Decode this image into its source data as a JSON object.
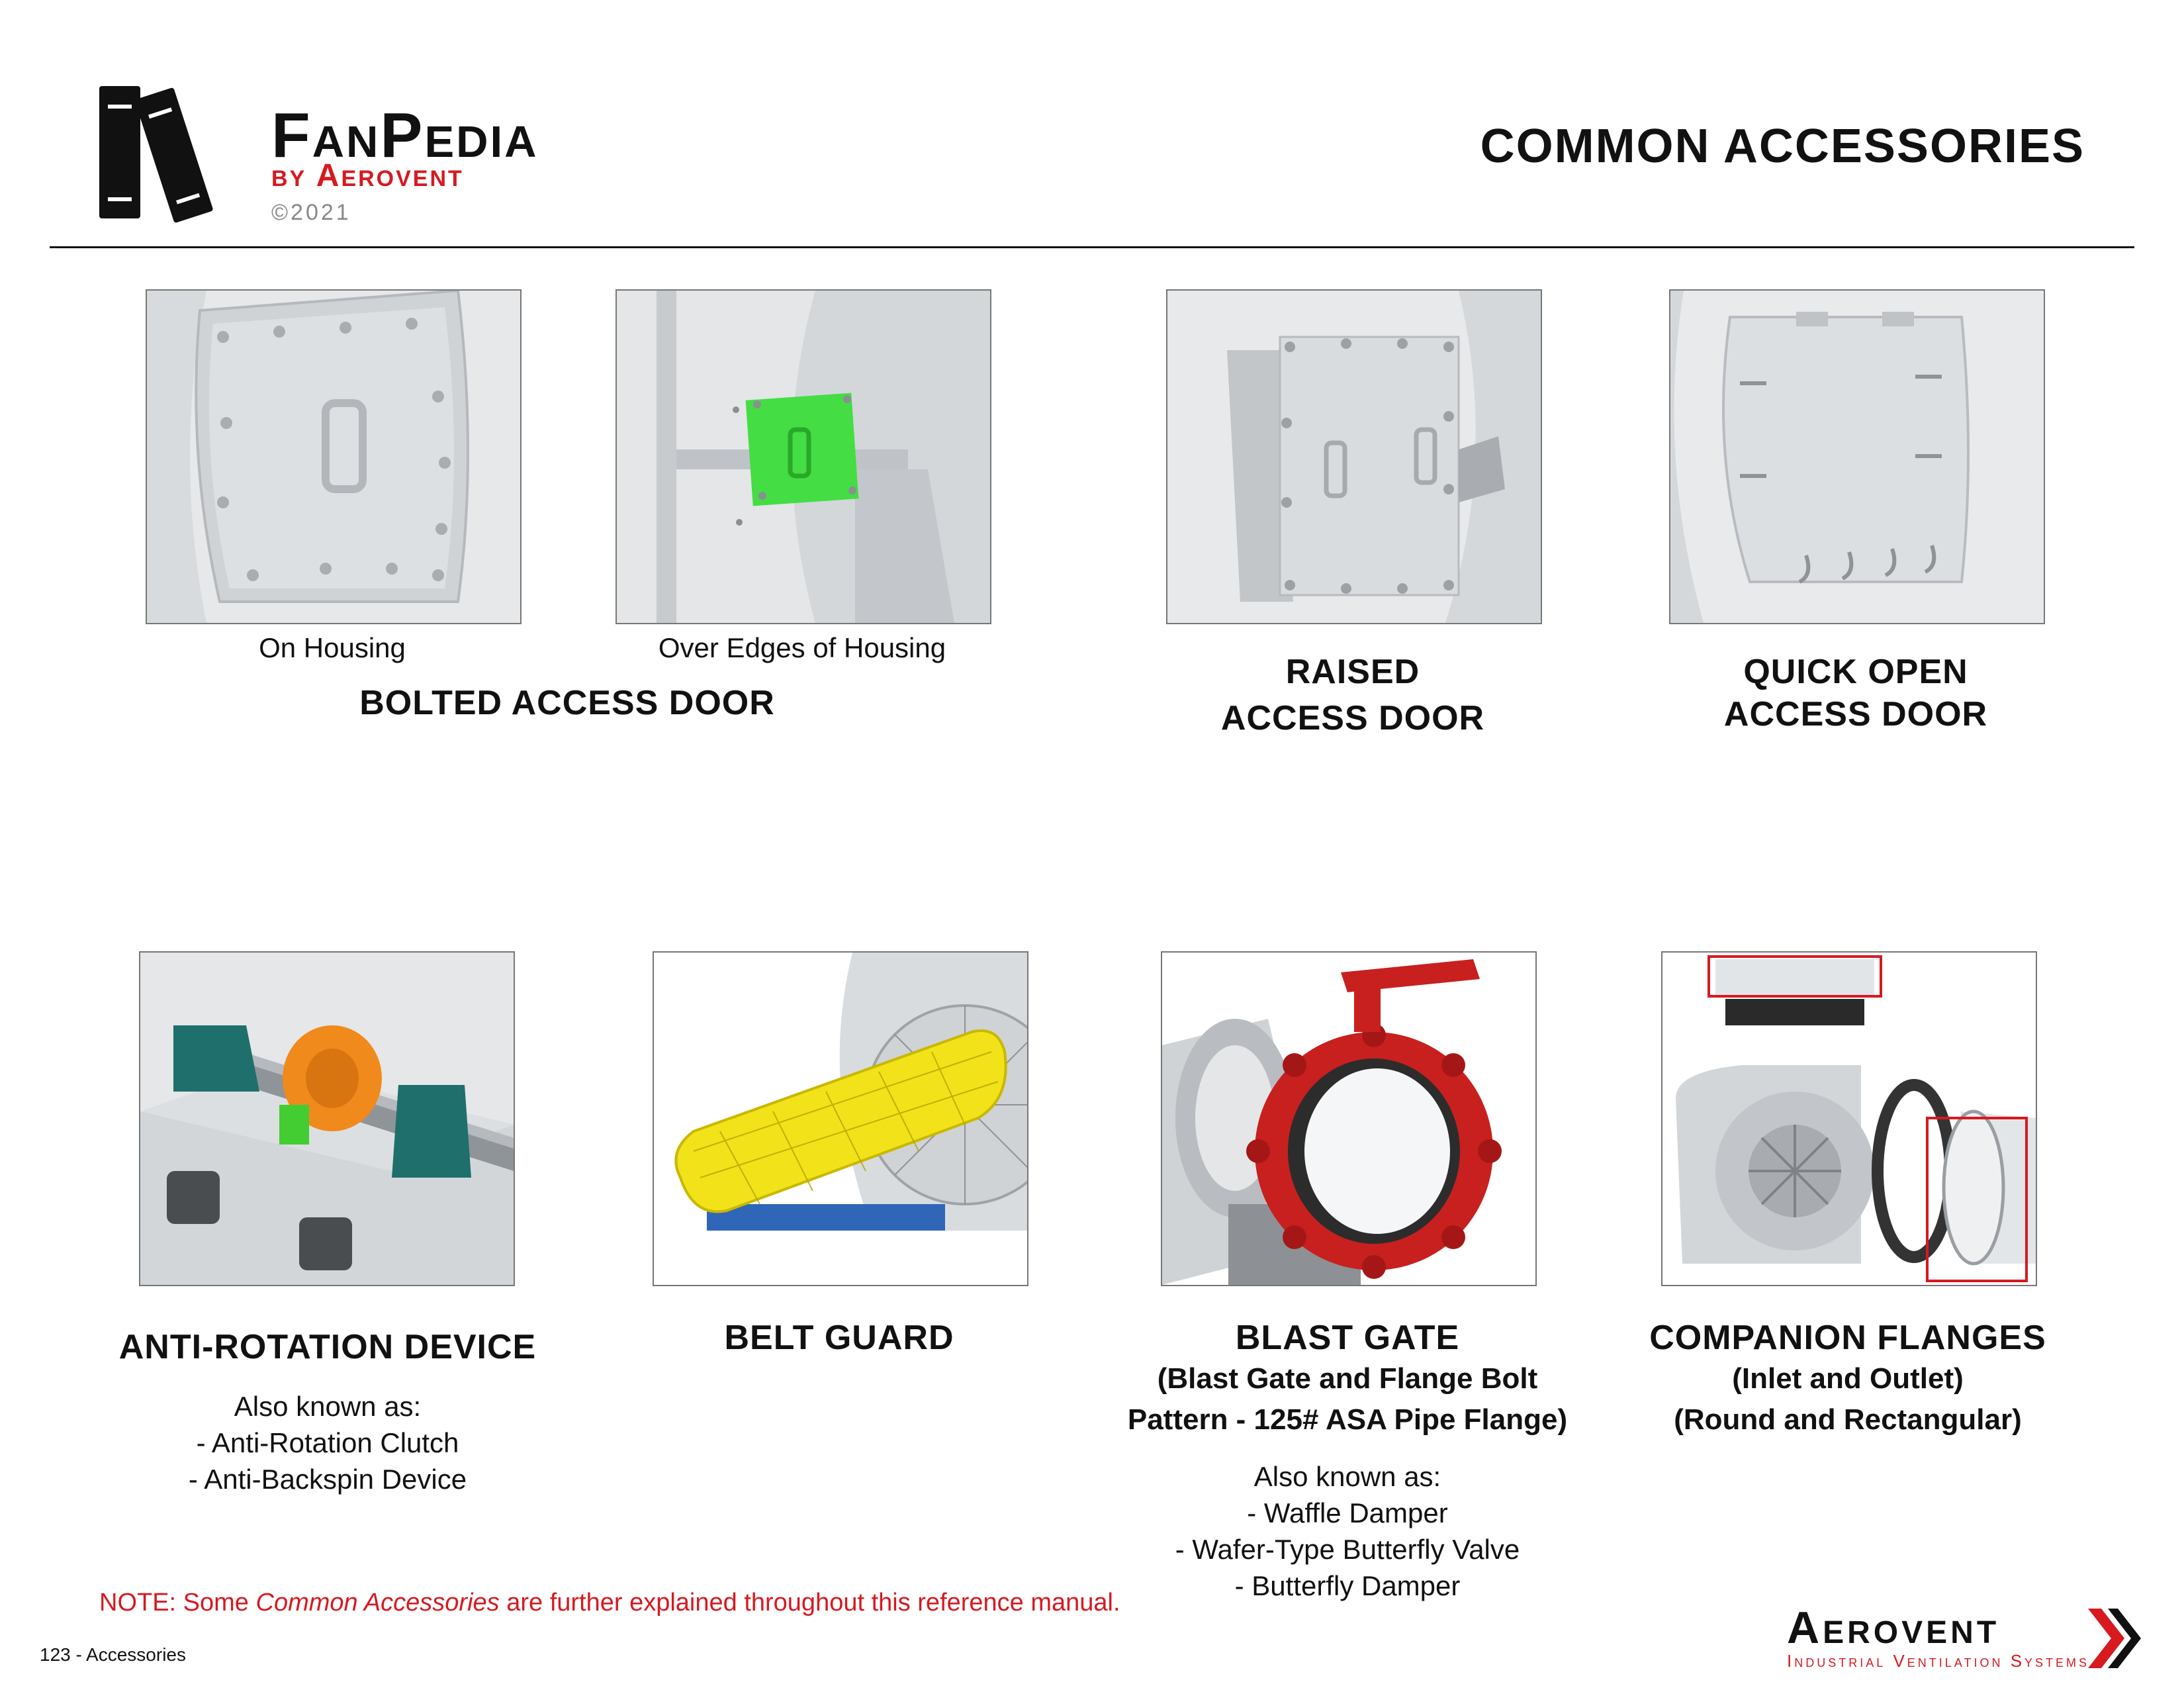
{
  "header": {
    "brand_name": "FanPedia",
    "brand_by": "by Aerovent",
    "copyright": "©2021",
    "page_title": "COMMON ACCESSORIES"
  },
  "bolted": {
    "sub_left": "On Housing",
    "sub_right": "Over Edges of Housing",
    "title": "BOLTED ACCESS DOOR"
  },
  "raised": {
    "title_line1": "RAISED",
    "title_line2": "ACCESS DOOR"
  },
  "quick": {
    "title_line1": "QUICK OPEN",
    "title_line2": "ACCESS DOOR"
  },
  "anti_rotation": {
    "title": "ANTI-ROTATION DEVICE",
    "aka_intro": "Also known as:",
    "aka": [
      "- Anti-Rotation Clutch",
      "- Anti-Backspin Device"
    ]
  },
  "belt_guard": {
    "title": "BELT GUARD"
  },
  "blast_gate": {
    "title": "BLAST GATE",
    "sub_line1": "(Blast Gate and Flange Bolt",
    "sub_line2": "Pattern - 125# ASA Pipe Flange)",
    "aka_intro": "Also known as:",
    "aka": [
      "- Waffle Damper",
      "- Wafer-Type Butterfly Valve",
      "- Butterfly Damper"
    ]
  },
  "companion": {
    "title": "COMPANION FLANGES",
    "sub_line1": "(Inlet and Outlet)",
    "sub_line2": "(Round and Rectangular)"
  },
  "note": {
    "prefix": "NOTE: Some ",
    "emph": "Common Accessories",
    "suffix": " are further explained throughout this reference manual."
  },
  "footer": {
    "page_label": "123 - Accessories"
  },
  "logo": {
    "name": "Aerovent",
    "tagline": "Industrial Ventilation Systems"
  },
  "colors": {
    "brand_red": "#d71920",
    "door_green": "#44dd44",
    "guard_yellow": "#f2e21a",
    "clutch_orange": "#f08a1c",
    "gate_red": "#c8201e",
    "bearing_teal": "#1f6f6c"
  }
}
